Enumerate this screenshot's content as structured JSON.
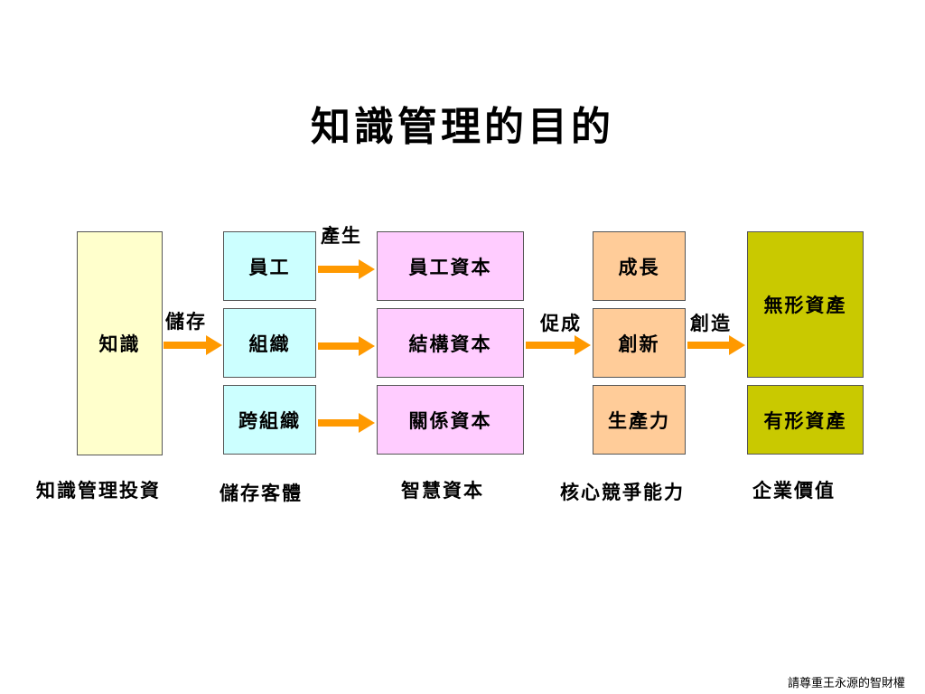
{
  "title": "知識管理的目的",
  "colors": {
    "knowledge": "#ffffcc",
    "carrier": "#ccffff",
    "capital": "#ffccff",
    "capability": "#ffcc99",
    "value": "#c9c900",
    "arrow": "#ff9900"
  },
  "boxes": {
    "knowledge": "知識",
    "carriers": [
      "員工",
      "組織",
      "跨組織"
    ],
    "capitals": [
      "員工資本",
      "結構資本",
      "關係資本"
    ],
    "capabilities": [
      "成長",
      "創新",
      "生產力"
    ],
    "intangible": "無形資產",
    "tangible": "有形資產"
  },
  "arrow_labels": {
    "store": "儲存",
    "generate": "產生",
    "promote": "促成",
    "create": "創造"
  },
  "bottom_labels": [
    "知識管理投資",
    "儲存客體",
    "智慧資本",
    "核心競爭能力",
    "企業價值"
  ],
  "footer": "請尊重王永源的智財權"
}
